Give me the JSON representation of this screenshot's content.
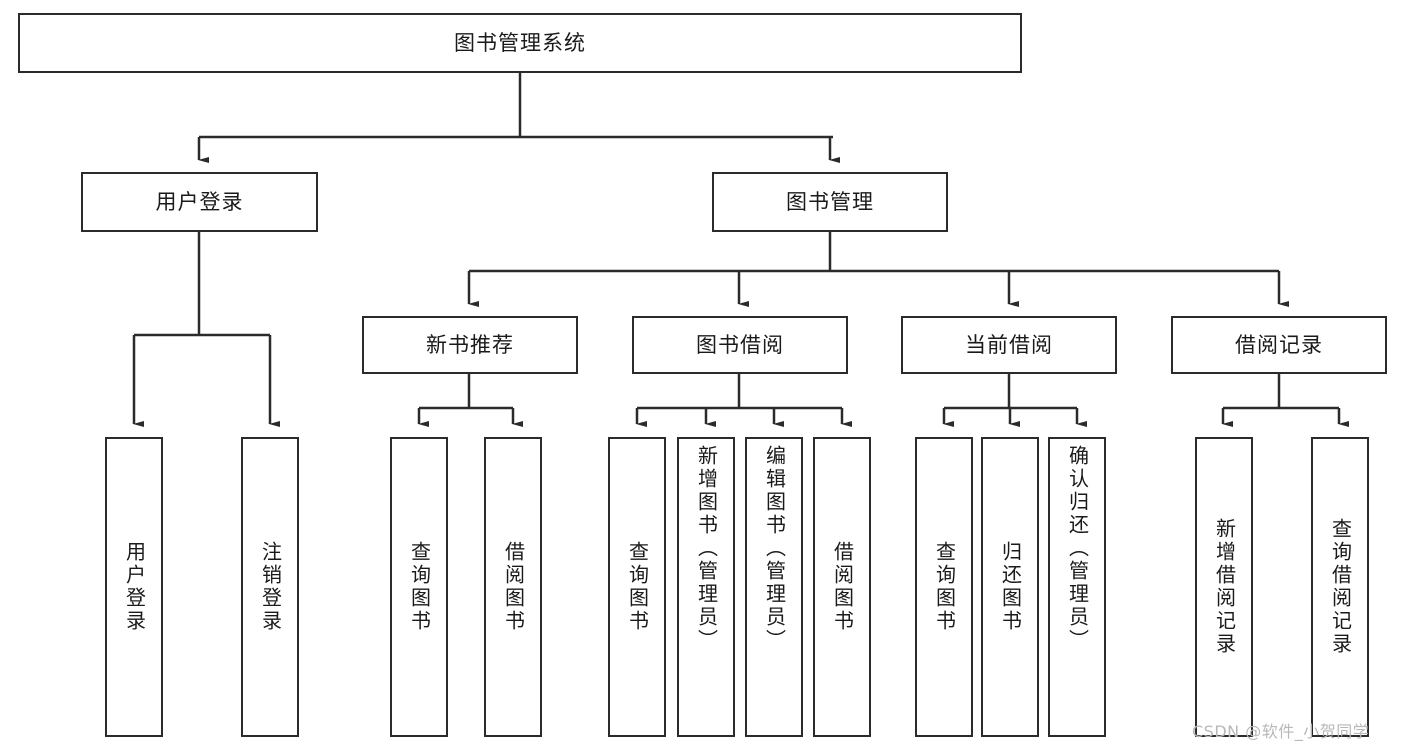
{
  "diagram": {
    "title": "图书管理系统",
    "type": "tree-hierarchy",
    "root": {
      "label": "图书管理系统"
    },
    "level2": [
      {
        "label": "用户登录"
      },
      {
        "label": "图书管理"
      }
    ],
    "level3": [
      {
        "label": "新书推荐"
      },
      {
        "label": "图书借阅"
      },
      {
        "label": "当前借阅"
      },
      {
        "label": "借阅记录"
      }
    ],
    "leaves": {
      "user_login": [
        {
          "label": "用户登录"
        },
        {
          "label": "注销登录"
        }
      ],
      "new_book_recommend": [
        {
          "label": "查询图书"
        },
        {
          "label": "借阅图书"
        }
      ],
      "book_borrow": [
        {
          "label": "查询图书"
        },
        {
          "label": "新增图书（管理员）"
        },
        {
          "label": "编辑图书（管理员）"
        },
        {
          "label": "借阅图书"
        }
      ],
      "current_borrow": [
        {
          "label": "查询图书"
        },
        {
          "label": "归还图书"
        },
        {
          "label": "确认归还（管理员）"
        }
      ],
      "borrow_record": [
        {
          "label": "新增借阅记录"
        },
        {
          "label": "查询借阅记录"
        }
      ]
    },
    "watermark": "CSDN @软件_小贺同学",
    "colors": {
      "stroke": "#2b2b2b",
      "fill": "#ffffff",
      "text": "#1a1a1a",
      "watermark": "#b8b8b8"
    }
  }
}
